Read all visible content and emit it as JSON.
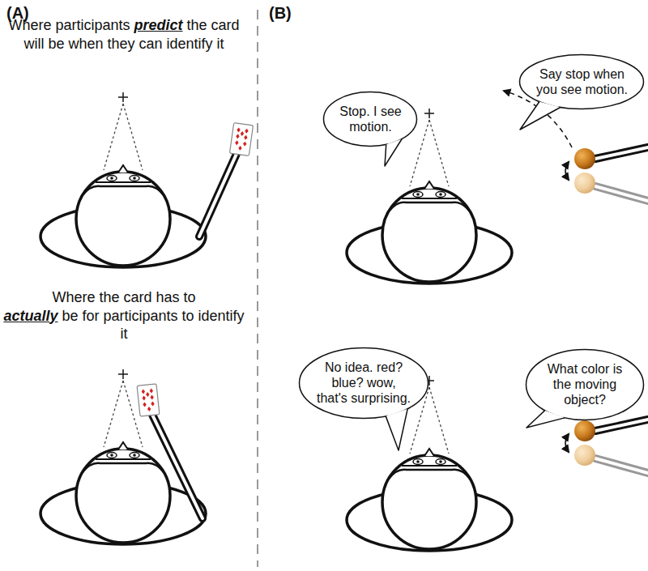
{
  "diagram": {
    "nodes": [
      {
        "text": [
          "Stop. I see motion."
        ]
      },
      {
        "text": [
          "Say stop when you see motion."
        ]
      },
      {
        "text": [
          "No idea. red? blue? wow, that's surprising."
        ]
      },
      {
        "text": [
          "What color is the moving object?"
        ]
      }
    ],
    "labels": [
      "(A)",
      "Where participants",
      "predict",
      "the card will be when they can identify it",
      "Where the card has to",
      "actually",
      "be for participants to identify it",
      "(B)"
    ]
  }
}
